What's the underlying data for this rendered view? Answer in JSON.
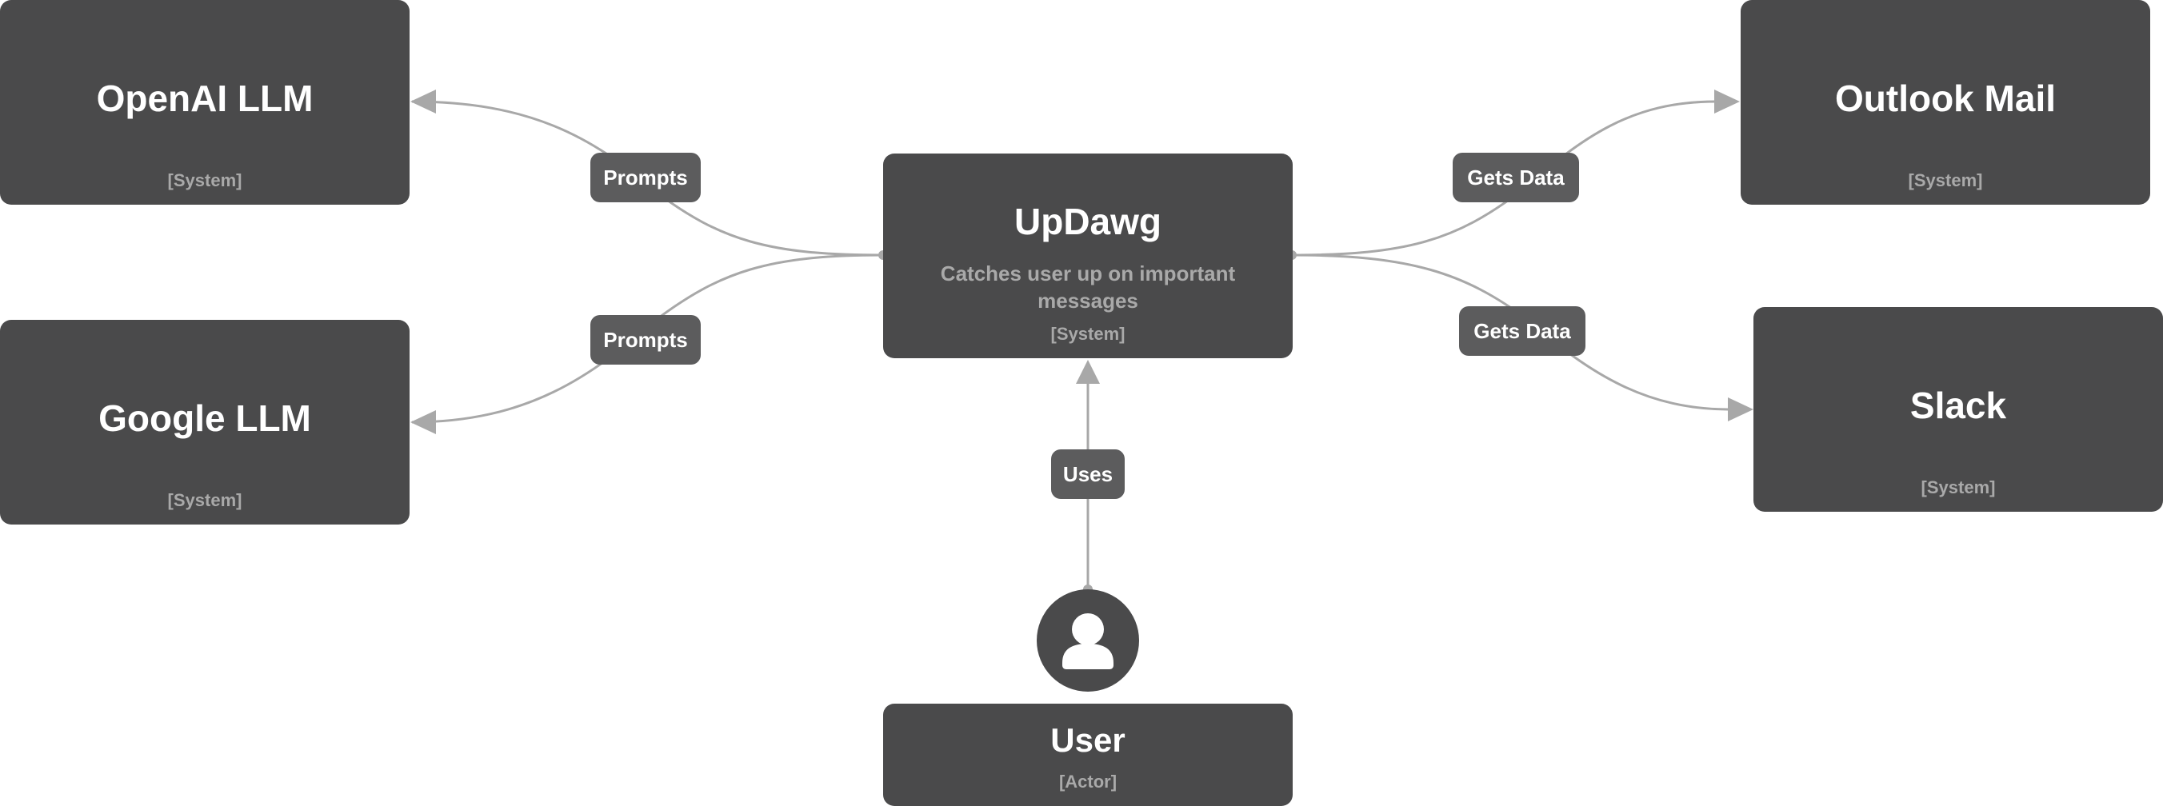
{
  "nodes": {
    "openai": {
      "title": "OpenAI LLM",
      "tag": "[System]"
    },
    "google": {
      "title": "Google LLM",
      "tag": "[System]"
    },
    "updawg": {
      "title": "UpDawg",
      "description": "Catches user up on important messages",
      "tag": "[System]"
    },
    "outlook": {
      "title": "Outlook Mail",
      "tag": "[System]"
    },
    "slack": {
      "title": "Slack",
      "tag": "[System]"
    },
    "user": {
      "title": "User",
      "tag": "[Actor]"
    }
  },
  "edges": {
    "prompts_openai": "Prompts",
    "prompts_google": "Prompts",
    "gets_data_outlook": "Gets Data",
    "gets_data_slack": "Gets Data",
    "uses": "Uses"
  },
  "icons": {
    "actor": "person-icon"
  },
  "colors": {
    "node_fill": "#4a4a4b",
    "edge_label_fill": "#5c5c5d",
    "edge_stroke": "#a8a8a8",
    "secondary_text": "#a9a9a9"
  }
}
